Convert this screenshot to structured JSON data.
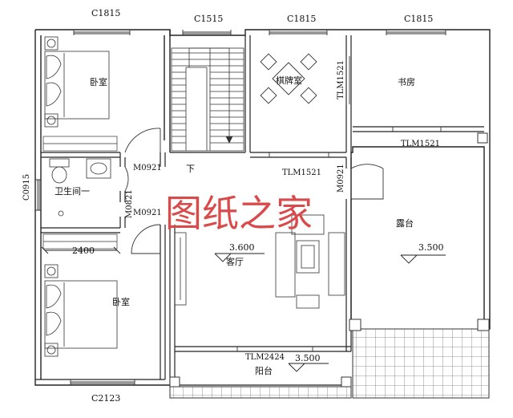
{
  "watermark": "图纸之家",
  "rooms": {
    "bedroom_top": "卧室",
    "bedroom_bottom": "卧室",
    "bathroom": "卫生间一",
    "chess_room": "棋牌室",
    "study": "书房",
    "living_room": "客厅",
    "terrace": "露台",
    "balcony": "阳台"
  },
  "windows": {
    "top_left": "C1815",
    "top_stair": "C1515",
    "top_chess": "C1815",
    "top_study": "C1815",
    "bottom_left": "C2123",
    "left_bath": "C0915"
  },
  "doors": {
    "bed_top": "M0921",
    "bath": "M0821",
    "bed_bottom": "M0921",
    "living_right": "M0921",
    "chess_slide": "TLM1521",
    "chess_side": "TLM1521",
    "study_slide": "TLM1521",
    "balcony_slide": "TLM2424"
  },
  "levels": {
    "living": "3.600",
    "terrace": "3.500",
    "balcony": "3.500"
  },
  "stair_label": "下",
  "dimension": "2400"
}
